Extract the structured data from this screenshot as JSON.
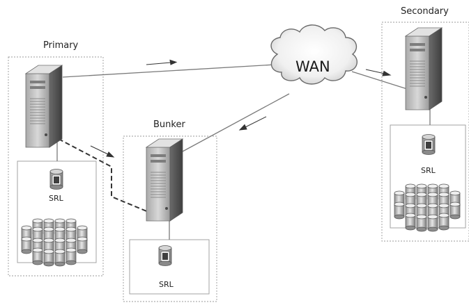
{
  "sites": {
    "primary": {
      "label": "Primary",
      "srl_label": "SRL"
    },
    "bunker": {
      "label": "Bunker",
      "srl_label": "SRL"
    },
    "secondary": {
      "label": "Secondary",
      "srl_label": "SRL"
    }
  },
  "network": {
    "label": "WAN"
  },
  "colors": {
    "line": "#7a7a7a",
    "box_border": "#9a9a9a",
    "server_body": "#c9c9c9",
    "server_dark": "#5e5e5e"
  }
}
